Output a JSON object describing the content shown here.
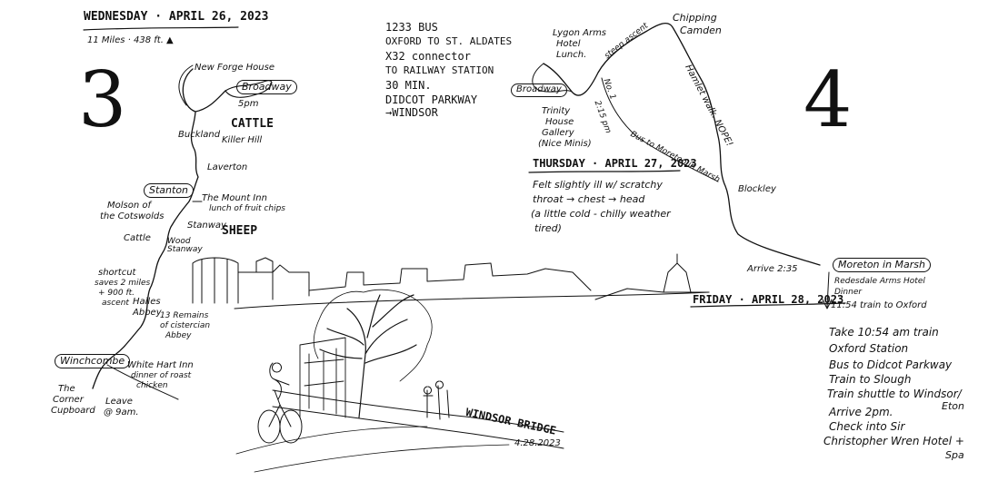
{
  "day3": {
    "number": "3",
    "date": "WEDNESDAY · APRIL 26, 2023",
    "stats": "11 Miles · 438 ft. ▲",
    "places": {
      "new_forge_house": "New Forge House",
      "broadway": "Broadway",
      "broadway_time": "5pm",
      "cattle_label_1": "CATTLE",
      "buckland": "Buckland",
      "laverton": "Laverton",
      "killer_hill": "Killer Hill",
      "stanton": "Stanton",
      "mount_inn": "The Mount Inn",
      "mount_inn_note": "lunch of fruit chips",
      "molson": "Molson of",
      "the_cotswolds": "the Cotswolds",
      "stanway": "Stanway",
      "wood_stanway": "Wood Stanway",
      "cattle_2": "Cattle",
      "sheep": "SHEEP",
      "shortcut_1": "shortcut",
      "shortcut_2": "saves 2 miles",
      "shortcut_3": "+ 900 ft.",
      "shortcut_4": "ascent",
      "hailes_1": "Hailes",
      "hailes_2": "Abbey",
      "remains_1": "13 Remains",
      "remains_2": "of cistercian",
      "remains_3": "Abbey",
      "winchcombe": "Winchcombe",
      "white_hart_1": "White Hart Inn",
      "white_hart_2": "dinner of roast",
      "white_hart_3": "chicken",
      "corner_1": "The",
      "corner_2": "Corner",
      "corner_3": "Cupboard",
      "leave_1": "Leave",
      "leave_2": "@ 9am."
    }
  },
  "bus_note": [
    "1233 BUS",
    "OXFORD TO ST. ALDATES",
    "X32 connector",
    "TO RAILWAY STATION",
    "30 MIN.",
    "DIDCOT PARKWAY",
    "→WINDSOR"
  ],
  "day4": {
    "number": "4",
    "date": "THURSDAY · APRIL 27, 2023",
    "journal": [
      "Felt slightly ill w/ scratchy",
      "throat → chest → head",
      "(a little cold - chilly weather",
      "tired)"
    ],
    "places": {
      "lygon_1": "Lygon Arms",
      "lygon_2": "Hotel",
      "lygon_3": "Lunch.",
      "chipping_1": "Chipping",
      "chipping_2": "Camden",
      "broadway": "Broadway",
      "steep_ascent": "steep ascent",
      "hamlet_walk": "Hamlet walk. NOPE!",
      "bus_route_1": "No. 1",
      "bus_route_2": "2:15 pm",
      "bus_to": "Bus to Moreton in Marsh",
      "trinity_1": "Trinity",
      "trinity_2": "House",
      "trinity_3": "Gallery",
      "trinity_4": "(Nice Minis)",
      "blockley": "Blockley",
      "arrive": "Arrive 2:35",
      "moreton": "Moreton in Marsh",
      "redesdale_1": "Redesdale Arms Hotel",
      "redesdale_2": "Dinner"
    }
  },
  "day5": {
    "date": "FRIDAY · APRIL 28, 2023",
    "train_first": "11:54 train to Oxford",
    "steps": [
      "Take 10:54 am train",
      "Oxford Station",
      "Bus to Didcot Parkway",
      "Train to Slough",
      "Train shuttle to Windsor/",
      "Eton",
      "Arrive 2pm.",
      "Check into Sir",
      "Christopher Wren Hotel +",
      "Spa"
    ]
  },
  "sketch": {
    "caption": "WINDSOR BRIDGE",
    "signed_date": "4.28.2023"
  }
}
